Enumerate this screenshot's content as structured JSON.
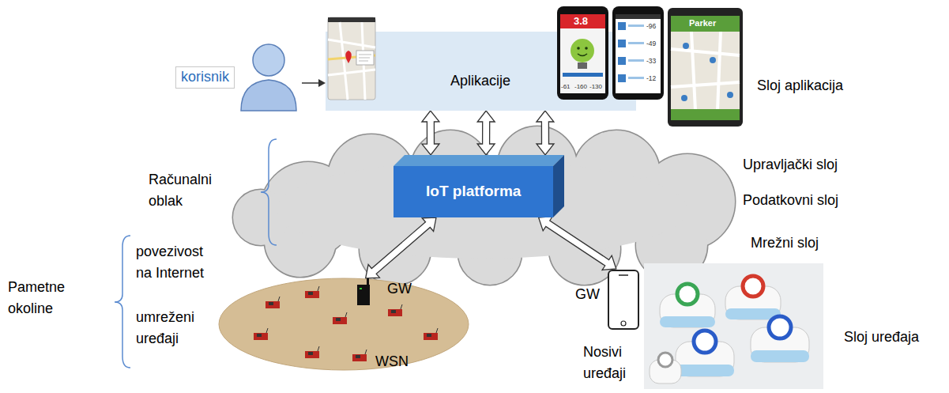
{
  "diagram": {
    "nodes": [
      {
        "text": [
          "korisnik"
        ]
      },
      {
        "text": [
          "Aplikacije"
        ]
      },
      {
        "text": [
          "IoT platforma"
        ]
      },
      {
        "text": [
          "WSN"
        ]
      },
      {
        "text": [
          "GW"
        ],
        "in": 3
      },
      {
        "text": [
          "GW"
        ]
      }
    ],
    "edges": [
      {
        "from": 0,
        "to": 1,
        "arrow": "to"
      },
      {
        "from": 1,
        "to": 2,
        "arrow": "both"
      },
      {
        "from": 1,
        "to": 2,
        "arrow": "both"
      },
      {
        "from": 1,
        "to": 2,
        "arrow": "both"
      },
      {
        "from": 2,
        "to": 4,
        "arrow": "both"
      },
      {
        "from": 2,
        "to": 5,
        "arrow": "both"
      }
    ],
    "labels": [
      "Sloj aplikacija",
      "Računalni oblak",
      "Upravljački sloj",
      "Podatkovni sloj",
      "Mrežni sloj",
      "Pametne okoline",
      "povezivost na Internet",
      "umreženi uređaji",
      "Nosivi uređaji",
      "Sloj uređaja",
      "3.8",
      "-61",
      "-160",
      "-130",
      "-96",
      "-49",
      "-33",
      "-12",
      "Parker"
    ]
  }
}
